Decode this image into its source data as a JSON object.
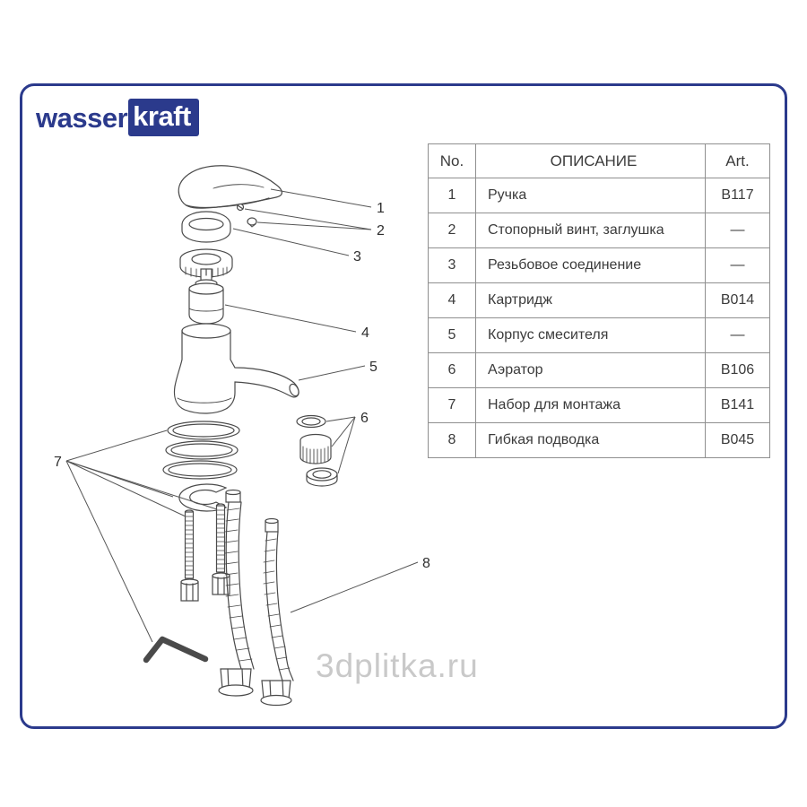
{
  "logo": {
    "wasser": "wasser",
    "kraft": "kraft"
  },
  "table": {
    "headers": {
      "no": "No.",
      "description": "ОПИСАНИЕ",
      "art": "Art."
    },
    "rows": [
      {
        "no": "1",
        "description": "Ручка",
        "art": "B117"
      },
      {
        "no": "2",
        "description": "Стопорный винт, заглушка",
        "art": "—"
      },
      {
        "no": "3",
        "description": "Резьбовое соединение",
        "art": "—"
      },
      {
        "no": "4",
        "description": "Картридж",
        "art": "B014"
      },
      {
        "no": "5",
        "description": "Корпус смесителя",
        "art": "—"
      },
      {
        "no": "6",
        "description": "Аэратор",
        "art": "B106"
      },
      {
        "no": "7",
        "description": "Набор для монтажа",
        "art": "B141"
      },
      {
        "no": "8",
        "description": "Гибкая подводка",
        "art": "B045"
      }
    ]
  },
  "diagram": {
    "callouts": [
      "1",
      "2",
      "3",
      "4",
      "5",
      "6",
      "7",
      "8"
    ]
  },
  "watermark": "3dplitka.ru",
  "colors": {
    "frame_blue": "#2b3a8c",
    "table_border": "#8f8f8f",
    "text": "#3b3b3b",
    "watermark_gray": "#c9c9c9",
    "line_art": "#4a4a4a"
  }
}
